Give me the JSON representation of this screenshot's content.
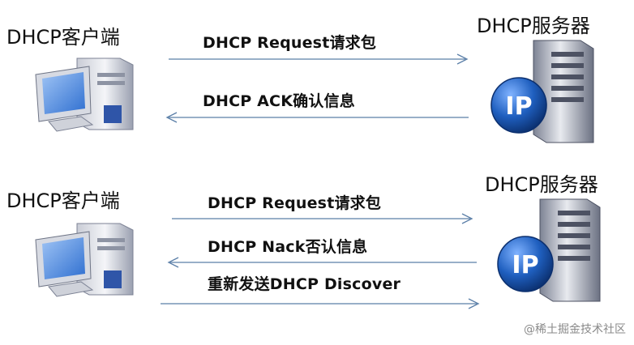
{
  "exchange1": {
    "client_label": "DHCP客户端",
    "server_label": "DHCP服务器",
    "messages": [
      {
        "text": "DHCP Request请求包",
        "direction": "to-server"
      },
      {
        "text": "DHCP ACK确认信息",
        "direction": "to-client"
      }
    ]
  },
  "exchange2": {
    "client_label": "DHCP客户端",
    "server_label": "DHCP服务器",
    "messages": [
      {
        "text": "DHCP Request请求包",
        "direction": "to-server"
      },
      {
        "text": "DHCP Nack否认信息",
        "direction": "to-client"
      },
      {
        "text": "重新发送DHCP Discover",
        "direction": "to-server"
      }
    ]
  },
  "server_badge_text": "IP",
  "watermark": "@稀土掘金技术社区",
  "colors": {
    "arrow": "#5b7fa8",
    "badge_blue": "#1f5fbf",
    "monitor_screen": "#3f7fd8"
  }
}
